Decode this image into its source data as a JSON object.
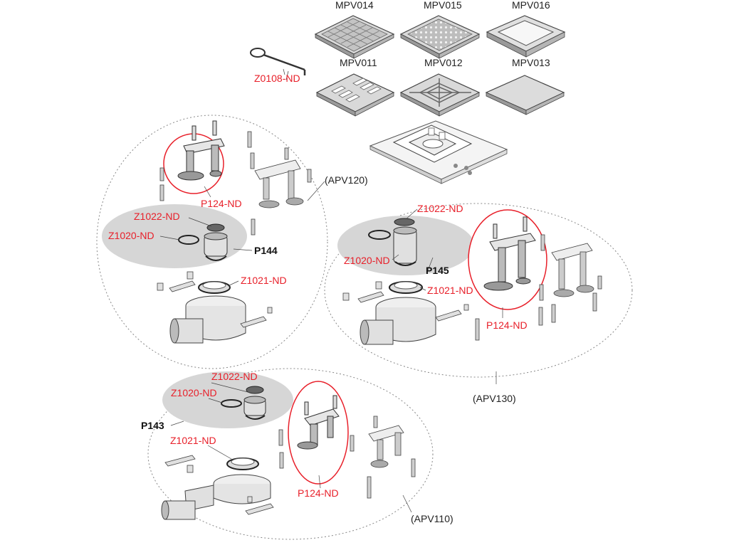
{
  "colors": {
    "part_red": "#e8202a",
    "text_dark": "#222222",
    "highlight_gray": "#d6d6d6",
    "outline": "#555555"
  },
  "grates": [
    {
      "code": "MPV014",
      "icon": "square-grate-icon"
    },
    {
      "code": "MPV015",
      "icon": "perforated-grate-icon"
    },
    {
      "code": "MPV016",
      "icon": "tile-insert-frame-icon"
    },
    {
      "code": "MPV011",
      "icon": "slotted-grate-icon"
    },
    {
      "code": "MPV012",
      "icon": "radial-grate-icon"
    },
    {
      "code": "MPV013",
      "icon": "solid-cover-icon"
    }
  ],
  "tool_label": "Z0108-ND",
  "groups": {
    "apv120": {
      "group": "(APV120)",
      "set": "P144",
      "parts": {
        "seal_small": "Z1022-ND",
        "seal_ring": "Z1020-ND",
        "seal_large": "Z1021-ND",
        "feet": "P124-ND"
      }
    },
    "apv130": {
      "group": "(APV130)",
      "set": "P145",
      "parts": {
        "seal_small": "Z1022-ND",
        "seal_ring": "Z1020-ND",
        "seal_large": "Z1021-ND",
        "feet": "P124-ND"
      }
    },
    "apv110": {
      "group": "(APV110)",
      "set": "P143",
      "parts": {
        "seal_small": "Z1022-ND",
        "seal_ring": "Z1020-ND",
        "seal_large": "Z1021-ND",
        "feet": "P124-ND"
      }
    }
  }
}
